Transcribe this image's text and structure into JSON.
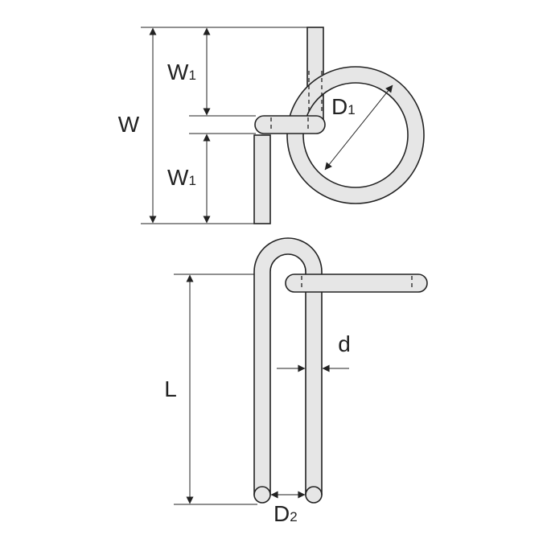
{
  "labels": {
    "W": "W",
    "W1_top": "W",
    "W1_top_sub": "1",
    "W1_bottom": "W",
    "W1_bottom_sub": "1",
    "D1": "D",
    "D1_sub": "1",
    "L": "L",
    "d": "d",
    "D2": "D",
    "D2_sub": "2"
  },
  "colors": {
    "part_fill": "#e6e6e6",
    "line": "#222222"
  }
}
